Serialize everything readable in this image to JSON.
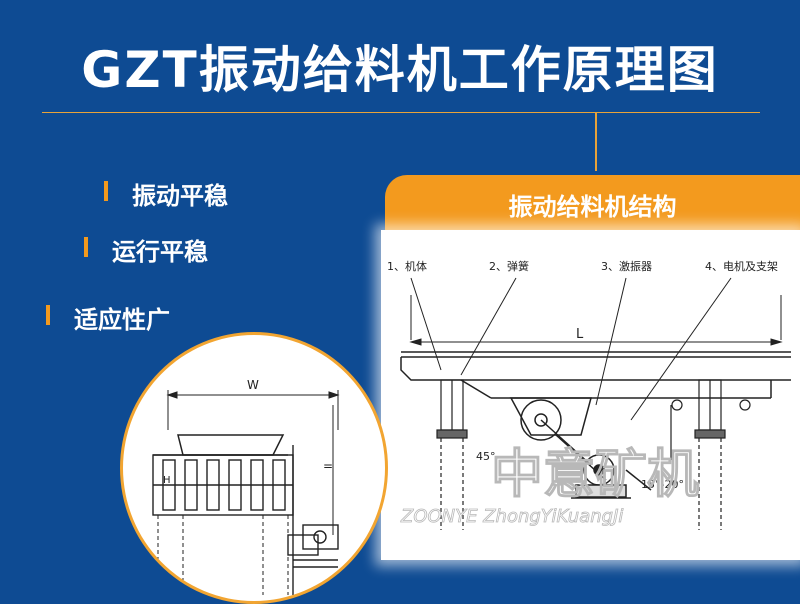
{
  "title": "GZT振动给料机工作原理图",
  "features": [
    "振动平稳",
    "运行平稳",
    "适应性广"
  ],
  "structure_panel": {
    "heading": "振动给料机结构",
    "legend": [
      "1、机体",
      "2、弹簧",
      "3、激振器",
      "4、电机及支架"
    ],
    "dim_length": "L",
    "angle_1": "45°",
    "angle_2": "15°-20°"
  },
  "side_view": {
    "dim_width": "W",
    "dim_height": "H",
    "dim_right": "="
  },
  "watermark": {
    "cn": "中意矿机",
    "en": "ZOONYE   ZhongYiKuangJi"
  },
  "colors": {
    "background": "#0e4b93",
    "accent": "#f39a1e",
    "text": "#ffffff"
  }
}
